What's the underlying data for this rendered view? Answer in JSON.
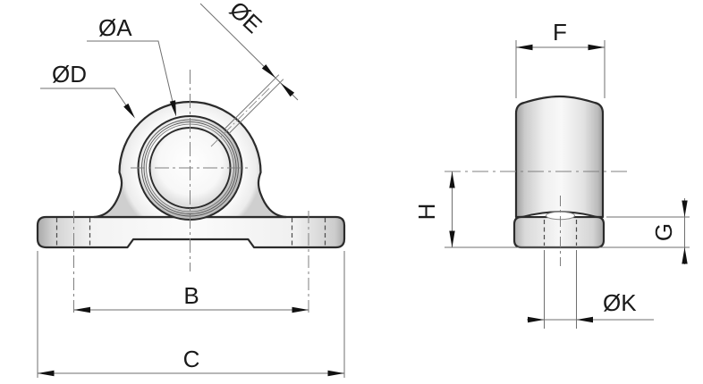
{
  "page": {
    "background": "#ffffff"
  },
  "colors": {
    "outline": "#2b2b2b",
    "dimension_line": "#6f6f6f",
    "centerline": "#7f7f7f",
    "hidden_line": "#4a4a4a",
    "arrow": "#111111",
    "text": "#1a1a1a"
  },
  "front_view": {
    "dim_labels": {
      "dia_a": "ØA",
      "dia_d": "ØD",
      "dia_e": "ØE",
      "width_b": "B",
      "width_c": "C"
    }
  },
  "side_view": {
    "dim_labels": {
      "width_f": "F",
      "height_h": "H",
      "base_g": "G",
      "dia_k": "ØK"
    }
  }
}
